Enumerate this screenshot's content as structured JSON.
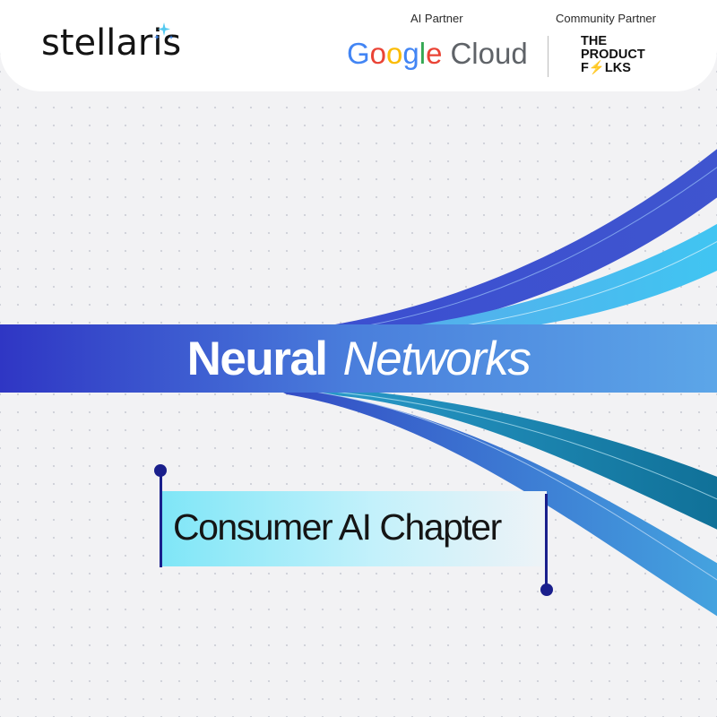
{
  "header": {
    "brand": "stellaris",
    "ai_partner_label": "AI Partner",
    "community_partner_label": "Community Partner",
    "google_cloud": {
      "letters": [
        {
          "ch": "G",
          "color": "#4285F4"
        },
        {
          "ch": "o",
          "color": "#EA4335"
        },
        {
          "ch": "o",
          "color": "#FBBC05"
        },
        {
          "ch": "g",
          "color": "#4285F4"
        },
        {
          "ch": "l",
          "color": "#34A853"
        },
        {
          "ch": "e",
          "color": "#EA4335"
        }
      ],
      "cloud": "Cloud",
      "cloud_color": "#5f6368"
    },
    "product_folks": {
      "line1": "THE",
      "line2": "PRODUCT",
      "line3": "F⚡LKS"
    }
  },
  "title": {
    "word1": "Neural",
    "word2": "Networks"
  },
  "chapter": {
    "text": "Consumer AI Chapter"
  },
  "colors": {
    "accent_dark": "#1a1f8c",
    "band_start": "#2f3fc0",
    "band_end": "#5ba3e6",
    "ribbon_light": "#3fc4f0",
    "ribbon_teal": "#1a88b0"
  },
  "icons": [
    "sparkle-icon",
    "lightning-icon"
  ]
}
